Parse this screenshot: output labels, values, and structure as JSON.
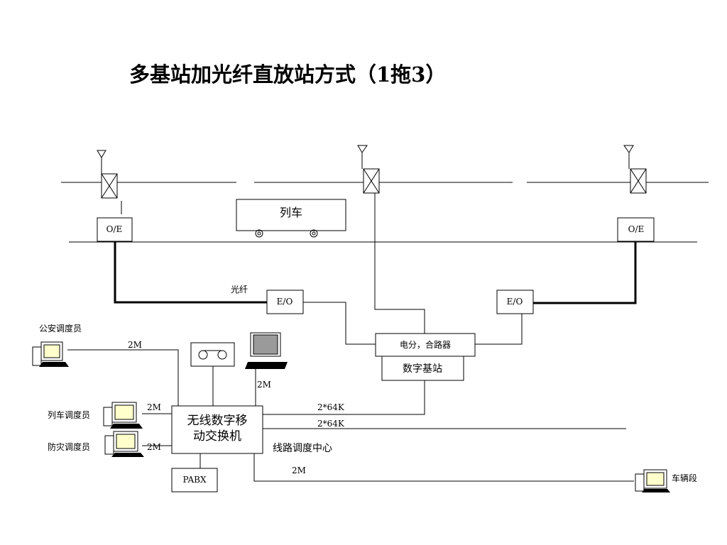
{
  "title": "多基站加光纤直放站方式（1拖3）",
  "train": {
    "label": "列车"
  },
  "oe_left": {
    "label": "O/E"
  },
  "oe_right": {
    "label": "O/E"
  },
  "eo_left": {
    "label": "E/O"
  },
  "eo_right": {
    "label": "E/O"
  },
  "fiber_label": "光纤",
  "combiner": {
    "label": "电分，合路器"
  },
  "base_station": {
    "label": "数字基站"
  },
  "switch": {
    "line1": "无线数字移",
    "line2": "动交换机"
  },
  "pabx": {
    "label": "PABX"
  },
  "control_center": "线路调度中心",
  "links": {
    "police_2m": "2M",
    "laptop_2m": "2M",
    "train_disp_2m": "2M",
    "disaster_2m": "2M",
    "depot_2m": "2M",
    "bs_64k": "2*64K",
    "line_64k": "2*64K"
  },
  "dispatchers": {
    "police": "公安调度员",
    "train": "列车调度员",
    "disaster": "防灾调度员",
    "depot": "车辆段"
  },
  "icons": [
    "antenna-icon",
    "repeater-icon",
    "train-wheel-icon",
    "computer-icon",
    "laptop-icon",
    "tape-recorder-icon"
  ]
}
